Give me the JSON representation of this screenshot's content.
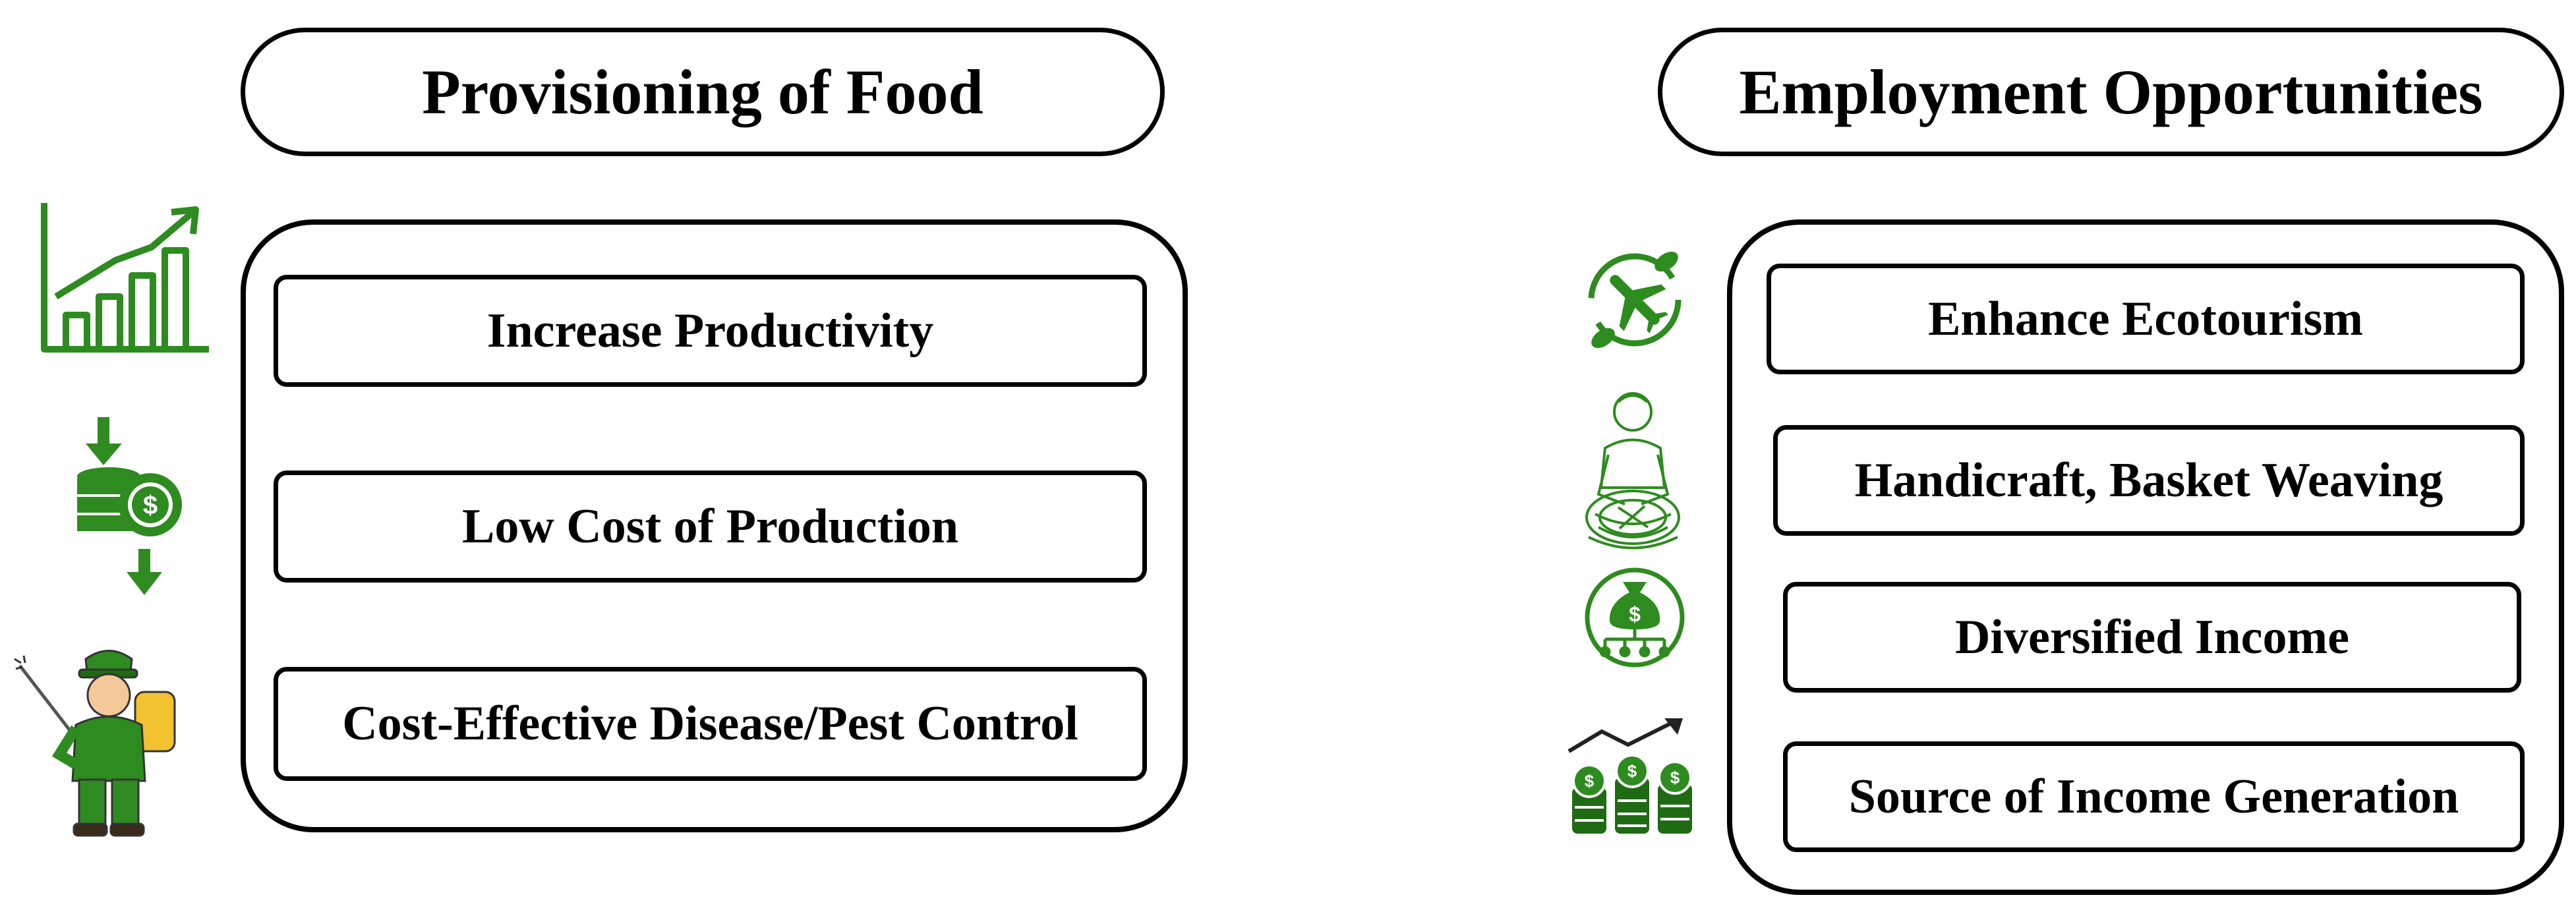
{
  "colors": {
    "green": "#2e8b1f",
    "dark_green": "#1f6b14",
    "outline": "#000000"
  },
  "left": {
    "title": "Provisioning of Food",
    "items": [
      {
        "label": "Increase Productivity",
        "icon": "growth-chart-icon"
      },
      {
        "label": "Low Cost of Production",
        "icon": "cost-down-coins-icon"
      },
      {
        "label": "Cost-Effective Disease/Pest Control",
        "icon": "pesticide-sprayer-farmer-icon"
      }
    ]
  },
  "right": {
    "title": "Employment Opportunities",
    "items": [
      {
        "label": "Enhance Ecotourism",
        "icon": "eco-airplane-icon"
      },
      {
        "label": "Handicraft, Basket Weaving",
        "icon": "basket-weaver-icon"
      },
      {
        "label": "Diversified Income",
        "icon": "money-bag-network-icon"
      },
      {
        "label": "Source of Income Generation",
        "icon": "coin-stacks-growth-icon"
      }
    ]
  }
}
